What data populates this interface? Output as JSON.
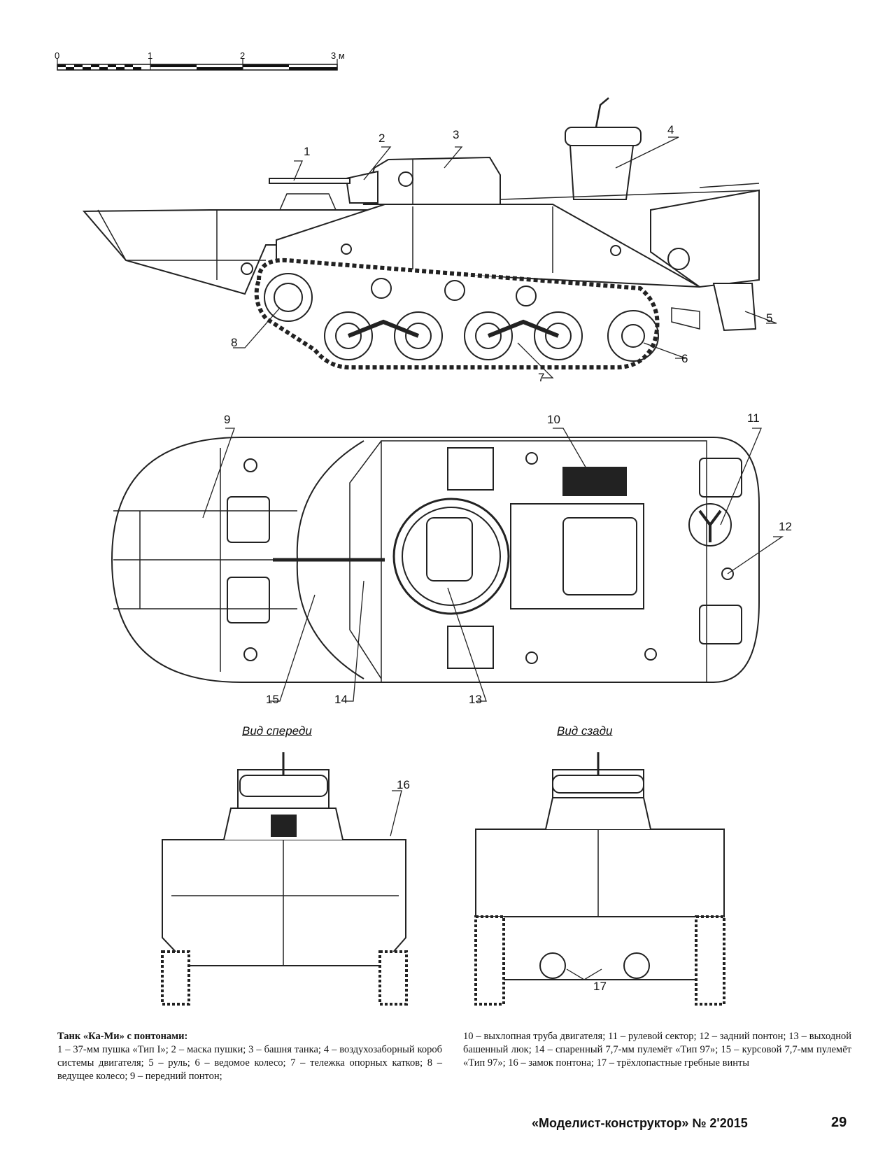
{
  "scale_bar": {
    "labels": [
      "0",
      "1",
      "2",
      "3 м"
    ]
  },
  "callouts": [
    "1",
    "2",
    "3",
    "4",
    "5",
    "6",
    "7",
    "8",
    "9",
    "10",
    "11",
    "12",
    "13",
    "14",
    "15",
    "16",
    "17"
  ],
  "views": {
    "front": "Вид спереди",
    "rear": "Вид сзади"
  },
  "caption": {
    "title": "Танк «Ка-Ми» с понтонами:",
    "left": "1 – 37-мм пушка «Тип I»; 2 – маска пушки; 3 – башня танка; 4 – воздухозаборный короб системы двигателя; 5 – руль; 6 – ведомое колесо; 7 – тележка опорных катков; 8 – ведущее колесо; 9 – передний понтон;",
    "right": "10 – выхлопная труба двигателя; 11 – рулевой сектор; 12 – задний понтон; 13 – выходной башенный люк; 14 – спаренный 7,7-мм пулемёт «Тип 97»; 15 – курсовой 7,7-мм пулемёт «Тип 97»; 16 – замок понтона; 17 – трёхлопастные гребные винты"
  },
  "footer": {
    "magazine": "«Моделист-конструктор» № 2'2015",
    "page": "29"
  }
}
